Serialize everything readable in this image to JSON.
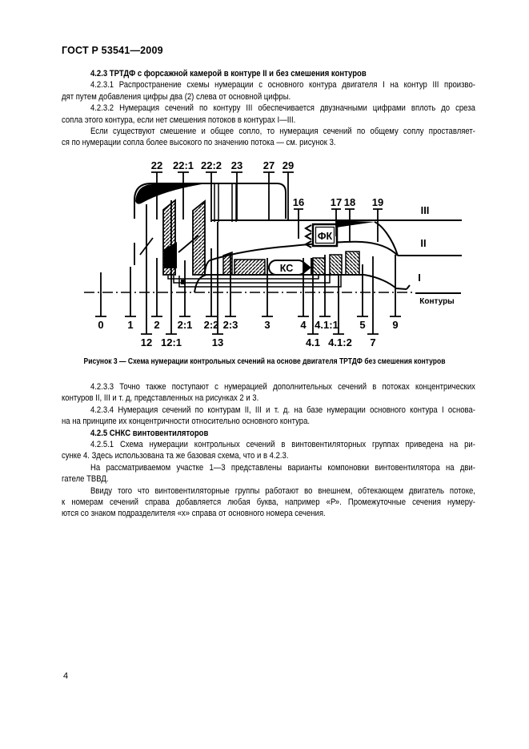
{
  "header": {
    "title": "ГОСТ Р 53541—2009"
  },
  "page": {
    "number": "4"
  },
  "document": {
    "before_figure": [
      {
        "bold": true,
        "lines": [
          "4.2.3 ТРТДФ с форсажной камерой в контуре II и без смешения контуров"
        ]
      },
      {
        "lines": [
          "4.2.3.1 Распространение схемы нумерации с основного контура двигателя I на контур III произво-",
          "дят путем добавления цифры два (2) слева от основной цифры."
        ]
      },
      {
        "lines": [
          "4.2.3.2 Нумерация сечений по контуру III обеспечивается двузначными цифрами вплоть до среза",
          "сопла этого контура, если нет смешения потоков в контурах I—III."
        ]
      },
      {
        "lines": [
          "Если существуют смешение и общее сопло, то нумерация сечений по общему соплу проставляет-",
          "ся по нумерации сопла более высокого по значению потока — см. рисунок 3."
        ]
      }
    ],
    "after_figure": [
      {
        "lines": [
          "4.2.3.3 Точно также поступают с нумерацией дополнительных сечений в потоках концентрических",
          "контуров II, III и т. д, представленных на рисунках 2 и 3."
        ]
      },
      {
        "lines": [
          "4.2.3.4 Нумерация сечений по контурам II, III и т. д. на базе нумерации основного контура I основа-",
          "на на принципе их концентричности относительно основного контура."
        ]
      },
      {
        "bold": true,
        "lines": [
          "4.2.5 СНКС винтовентиляторов"
        ]
      },
      {
        "lines": [
          "4.2.5.1 Схема нумерации контрольных сечений в винтовентиляторных группах приведена на ри-",
          "сунке 4. Здесь использована та же базовая схема, что и в 4.2.3."
        ]
      },
      {
        "lines": [
          "На рассматриваемом участке 1—3 представлены варианты компоновки винтовентилятора на дви-",
          "гателе ТВВД."
        ]
      },
      {
        "lines": [
          "Ввиду того что винтовентиляторные группы работают во внешнем, обтекающем двигатель потоке,",
          "к номерам сечений справа добавляется любая буква, например «Р». Промежуточные сечения нумеру-",
          "ются со знаком подразделителя «х» справа от основного номера сечения."
        ]
      }
    ]
  },
  "figure": {
    "caption": "Рисунок 3 — Схема нумерации контрольных сечений на основе двигателя ТРТДФ без смешения контуров",
    "top_sections": [
      "22",
      "22:1",
      "22:2",
      "23",
      "27",
      "29"
    ],
    "duct3_sections": [
      "16",
      "17",
      "18",
      "19"
    ],
    "row1_sections": [
      "0",
      "1",
      "2",
      "2:1",
      "2:2",
      "2:3",
      "3",
      "4",
      "4.1:1",
      "5",
      "9"
    ],
    "row2_sections": [
      "12",
      "12:1",
      "13",
      "4.1",
      "4.1:2",
      "7"
    ],
    "combustor_label": "КС",
    "afterburner_label": "ФК",
    "contour_labels": [
      "III",
      "II",
      "I"
    ],
    "contours_caption": "Контуры",
    "ink_color": "#000000"
  }
}
